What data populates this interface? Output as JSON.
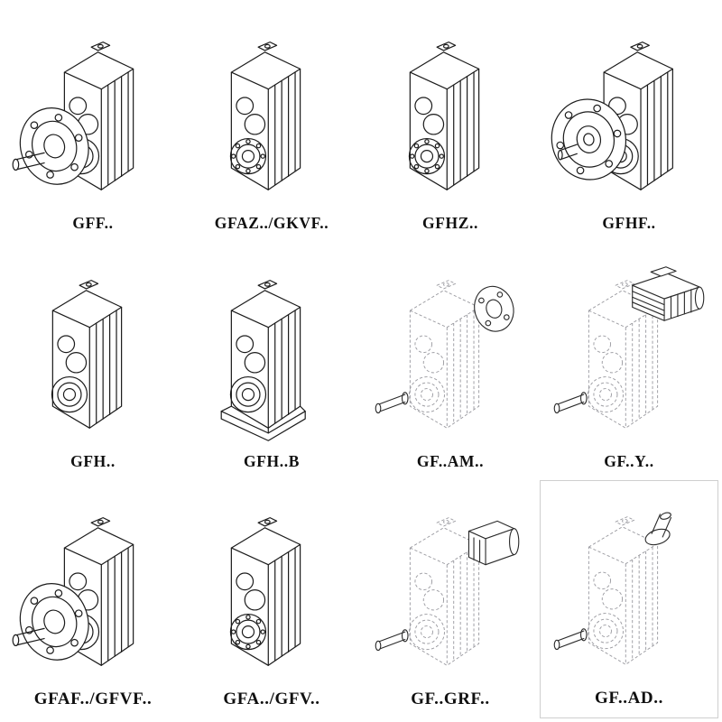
{
  "canvas": {
    "background": "#ffffff",
    "line_color": "#1c1c1c",
    "dashed_line_color": "#9b9ba1"
  },
  "grid": {
    "columns": 4,
    "rows": 3,
    "items": [
      {
        "label": "GFF..",
        "variant": "flange-shaft",
        "style": "solid"
      },
      {
        "label": "GFAZ../GKVF..",
        "variant": "hollow-bearing",
        "style": "solid"
      },
      {
        "label": "GFHZ..",
        "variant": "hollow-bearing",
        "style": "solid"
      },
      {
        "label": "GFHF..",
        "variant": "flange-holes",
        "style": "solid"
      },
      {
        "label": "GFH..",
        "variant": "hollow",
        "style": "solid"
      },
      {
        "label": "GFH..B",
        "variant": "hollow-foot",
        "style": "solid"
      },
      {
        "label": "GF..AM..",
        "variant": "dashed-flange",
        "style": "dashed"
      },
      {
        "label": "GF..Y..",
        "variant": "dashed-motor",
        "style": "dashed"
      },
      {
        "label": "GFAF../GFVF..",
        "variant": "flange-shaft",
        "style": "solid"
      },
      {
        "label": "GFA../GFV..",
        "variant": "hollow-bearing",
        "style": "solid"
      },
      {
        "label": "GF..GRF..",
        "variant": "dashed-adapter",
        "style": "dashed"
      },
      {
        "label": "GF..AD..",
        "variant": "dashed-input",
        "style": "dashed",
        "boxed": true
      }
    ]
  }
}
